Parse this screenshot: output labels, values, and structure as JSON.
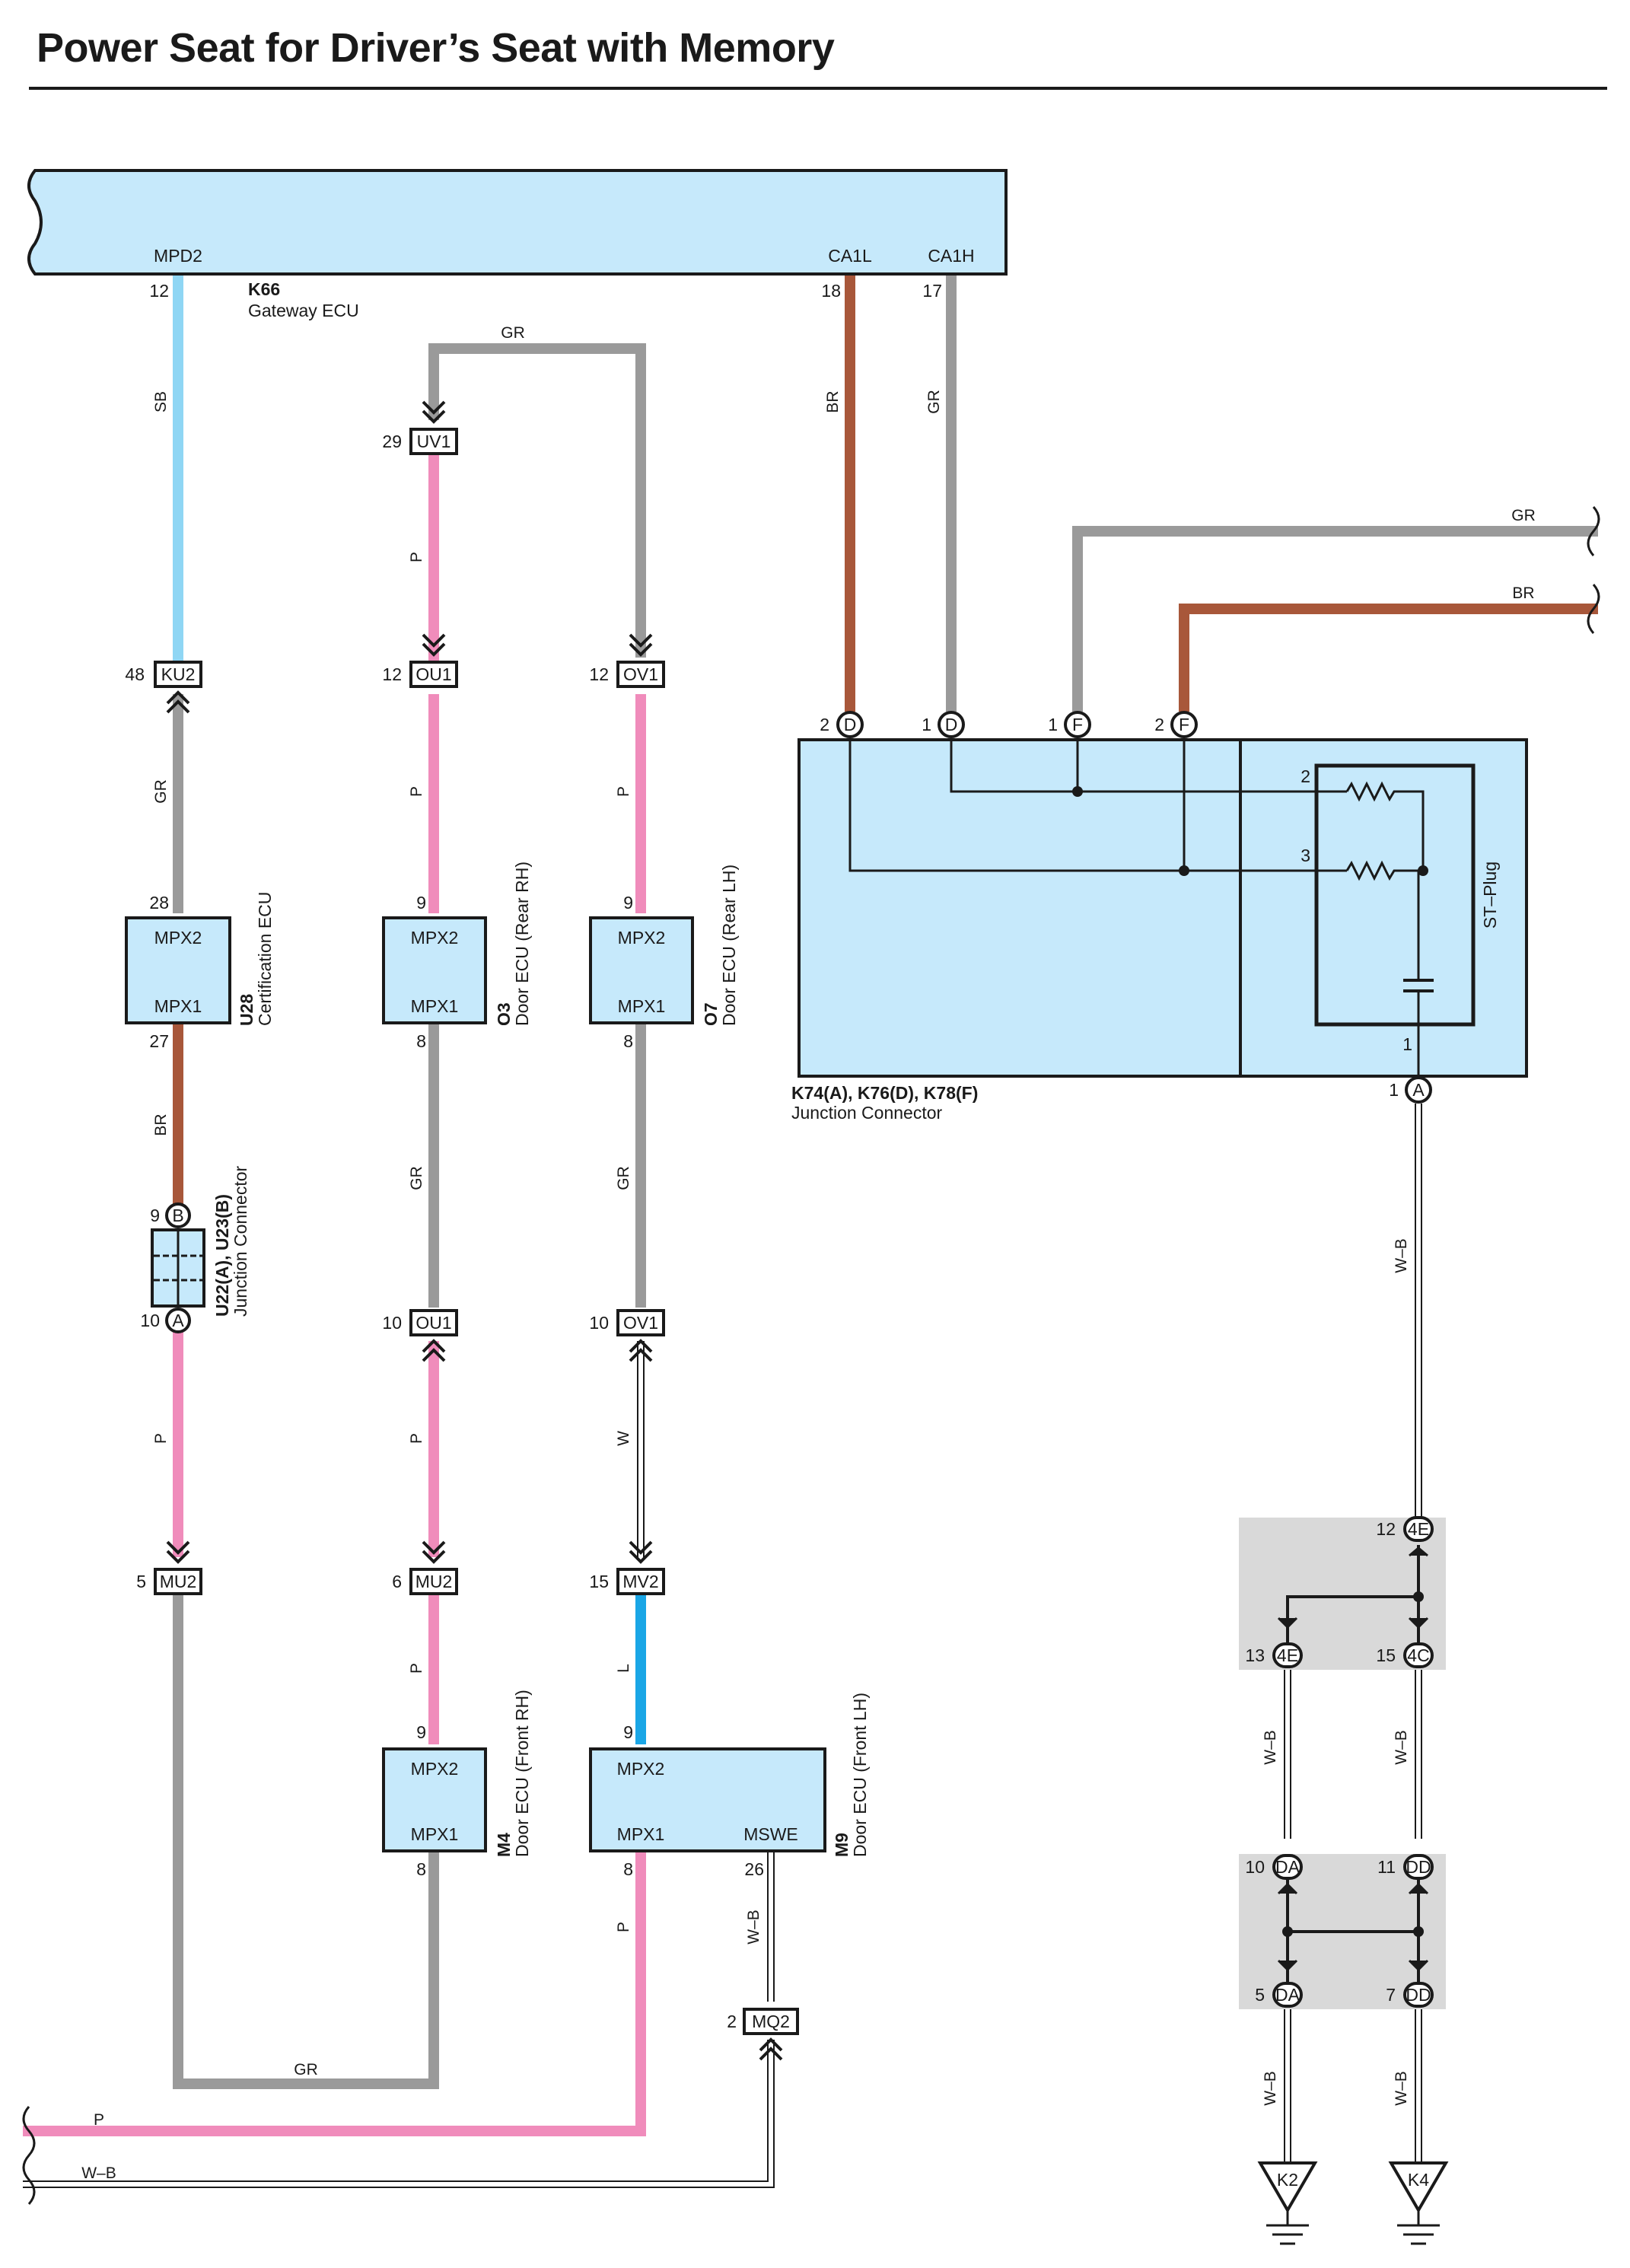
{
  "title": "Power Seat for Driver’s Seat with Memory",
  "colors": {
    "SB": "#8fd6f4",
    "GR": "#9a9a9a",
    "P": "#f08cbb",
    "BR": "#a8573a",
    "L": "#1aa6e6",
    "W": "#ffffff",
    "W-B": "#ffffff",
    "ecu_fill": "#c6e9fb",
    "splice_area": "#d9d9d9"
  },
  "components": {
    "k66": {
      "id": "K66",
      "name": "Gateway ECU",
      "pins": {
        "mpd2": "MPD2",
        "ca1l": "CA1L",
        "ca1h": "CA1H"
      }
    },
    "u28": {
      "id": "U28",
      "name": "Certification ECU",
      "top": "MPX2",
      "bottom": "MPX1"
    },
    "o3": {
      "id": "O3",
      "name": "Door ECU (Rear RH)",
      "top": "MPX2",
      "bottom": "MPX1"
    },
    "o7": {
      "id": "O7",
      "name": "Door ECU (Rear LH)",
      "top": "MPX2",
      "bottom": "MPX1"
    },
    "m4": {
      "id": "M4",
      "name": "Door ECU (Front RH)",
      "top": "MPX2",
      "bottom": "MPX1"
    },
    "m9": {
      "id": "M9",
      "name": "Door ECU (Front LH)",
      "top": "MPX2",
      "bottom": "MPX1",
      "extra": "MSWE"
    },
    "u22": {
      "id": "U22(A), U23(B)",
      "name": "Junction Connector"
    },
    "k74": {
      "id": "K74(A), K76(D), K78(F)",
      "name": "Junction Connector",
      "plug": "ST–Plug"
    },
    "k2": {
      "id": "K2"
    },
    "k4": {
      "id": "K4"
    }
  },
  "connectors": {
    "ku2": {
      "label": "KU2",
      "pin": "48"
    },
    "uv1": {
      "label": "UV1",
      "pin": "29"
    },
    "ou1_top": {
      "label": "OU1",
      "pin": "12"
    },
    "ov1_top": {
      "label": "OV1",
      "pin": "12"
    },
    "ou1_bot": {
      "label": "OU1",
      "pin": "10"
    },
    "ov1_bot": {
      "label": "OV1",
      "pin": "10"
    },
    "mu2_l": {
      "label": "MU2",
      "pin": "5"
    },
    "mu2_r": {
      "label": "MU2",
      "pin": "6"
    },
    "mv2": {
      "label": "MV2",
      "pin": "15"
    },
    "mq2": {
      "label": "MQ2",
      "pin": "2"
    },
    "j4e_top": {
      "label": "4E",
      "pin": "12"
    },
    "j4e_bot": {
      "label": "4E",
      "pin": "13"
    },
    "j4c": {
      "label": "4C",
      "pin": "15"
    },
    "jda_top": {
      "label": "DA",
      "pin": "10"
    },
    "jdd_top": {
      "label": "DD",
      "pin": "11"
    },
    "jda_bot": {
      "label": "DA",
      "pin": "5"
    },
    "jdd_bot": {
      "label": "DD",
      "pin": "7"
    }
  },
  "pins": {
    "k66_12": "12",
    "k66_18": "18",
    "k66_17": "17",
    "u28_28": "28",
    "u28_27": "27",
    "o3_9": "9",
    "o3_8": "8",
    "o7_9": "9",
    "o7_8": "8",
    "m4_9": "9",
    "m4_8": "8",
    "m9_9": "9",
    "m9_8": "8",
    "m9_26": "26",
    "u23_9": "9",
    "u22_10": "10",
    "k76_2": "2",
    "k76_1": "1",
    "k78_1": "1",
    "k78_2": "2",
    "plug_2": "2",
    "plug_3": "3",
    "plug_1": "1",
    "k74_1": "1"
  },
  "letters": {
    "A": "A",
    "B": "B",
    "D": "D",
    "F": "F"
  },
  "wires": {
    "SB": "SB",
    "GR": "GR",
    "P": "P",
    "BR": "BR",
    "L": "L",
    "W": "W",
    "WB": "W–B"
  }
}
